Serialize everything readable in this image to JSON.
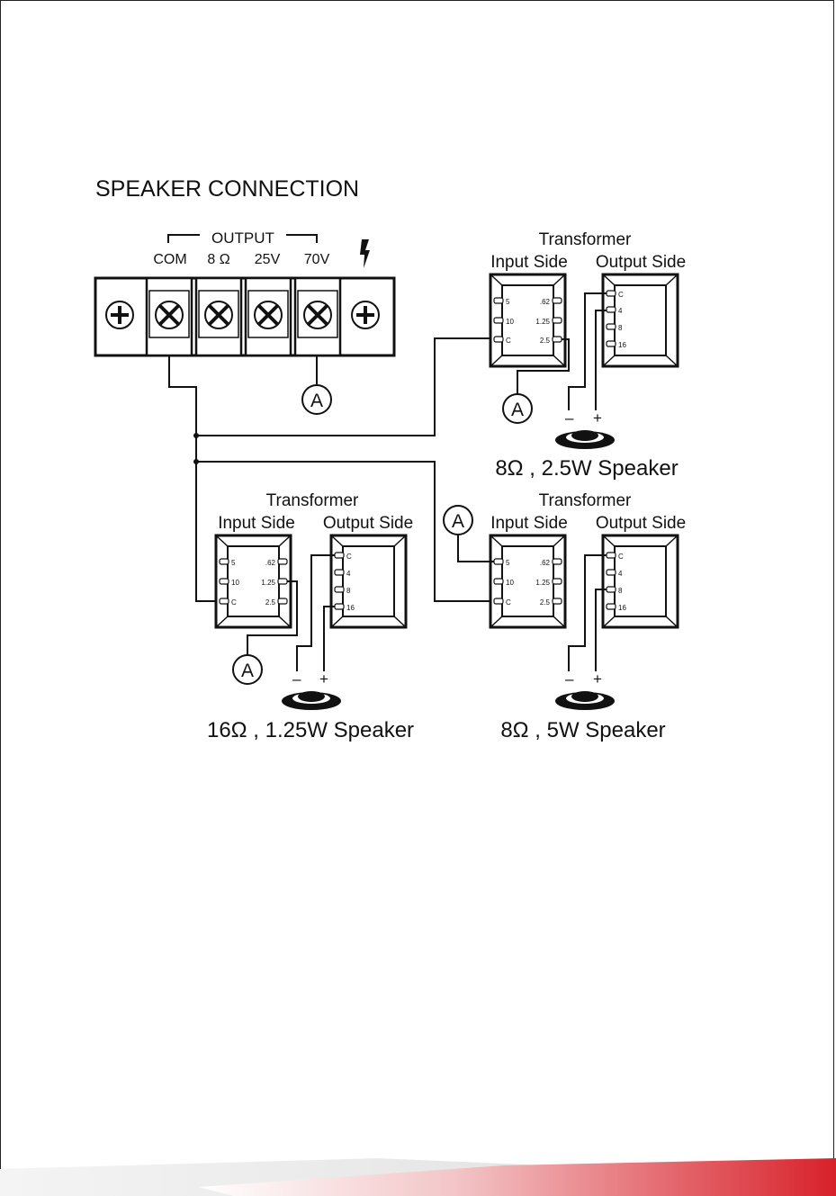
{
  "title": "SPEAKER CONNECTION",
  "colors": {
    "ink": "#111111",
    "footer_red": "#d8212a",
    "footer_grey": "#e6e6e6"
  },
  "terminal_block": {
    "group_label": "OUTPUT",
    "terminals": [
      "COM",
      "8 Ω",
      "25V",
      "70V"
    ],
    "ground_icon": "lightning-bolt-icon",
    "tap_marker": "A"
  },
  "transformers": {
    "top_right": {
      "title": "Transformer",
      "input_label": "Input Side",
      "output_label": "Output Side",
      "input_left_pins": [
        "5",
        "10",
        "C"
      ],
      "input_right_pins": [
        ".62",
        "1.25",
        "2.5"
      ],
      "output_pins": [
        "C",
        "4",
        "8",
        "16"
      ],
      "marker": "A",
      "polarity": {
        "neg": "–",
        "pos": "+"
      },
      "speaker_label": "8Ω , 2.5W Speaker"
    },
    "bottom_left": {
      "title": "Transformer",
      "input_label": "Input Side",
      "output_label": "Output Side",
      "input_left_pins": [
        "5",
        "10",
        "C"
      ],
      "input_right_pins": [
        ".62",
        "1.25",
        "2.5"
      ],
      "output_pins": [
        "C",
        "4",
        "8",
        "16"
      ],
      "marker": "A",
      "polarity": {
        "neg": "–",
        "pos": "+"
      },
      "speaker_label": "16Ω , 1.25W Speaker"
    },
    "bottom_right": {
      "title": "Transformer",
      "input_label": "Input Side",
      "output_label": "Output Side",
      "input_left_pins": [
        "5",
        "10",
        "C"
      ],
      "input_right_pins": [
        ".62",
        "1.25",
        "2.5"
      ],
      "output_pins": [
        "C",
        "4",
        "8",
        "16"
      ],
      "marker": "A",
      "polarity": {
        "neg": "–",
        "pos": "+"
      },
      "speaker_label": "8Ω , 5W Speaker"
    }
  }
}
